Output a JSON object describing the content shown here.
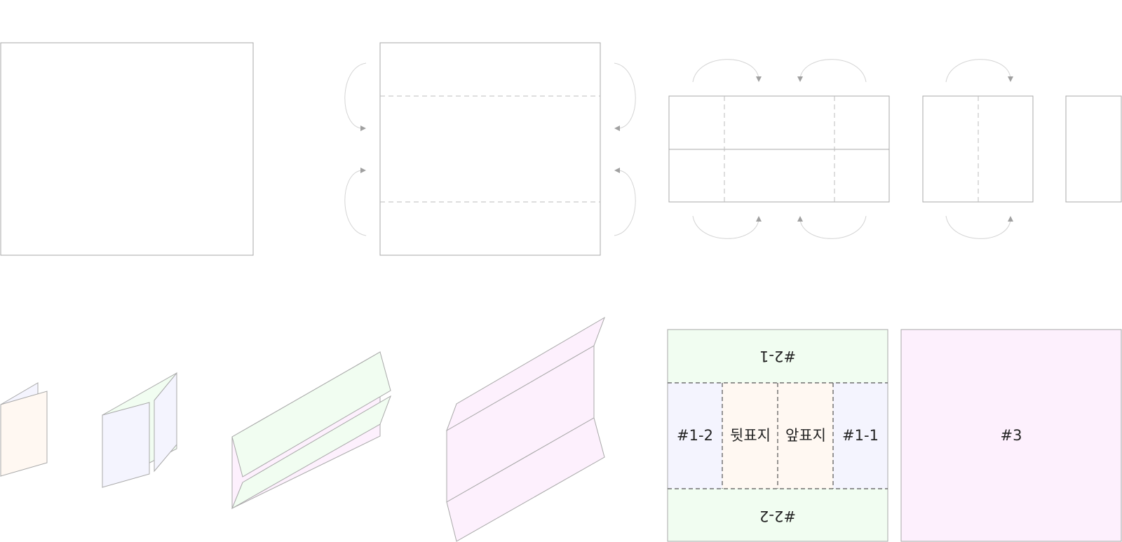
{
  "colors": {
    "outline": "#a8a8a8",
    "cover": "#fff8f2",
    "panel_1": "#f4f4fe",
    "panel_2": "#f1fdf1",
    "panel_3": "#fdf0fd",
    "inner_fold_line": "#555555"
  },
  "steps": {
    "count": 5,
    "fold_sequence": [
      "square-sheet",
      "fold-top-bottom-in",
      "fold-sides-in",
      "fold-half",
      "final-booklet"
    ]
  },
  "assembly": {
    "views": [
      "closed-booklet",
      "first-page-open",
      "second-spread-open",
      "full-sheet-open"
    ]
  },
  "layout_sheet": {
    "top_panel": "#2-1",
    "left_panel": "#1-2",
    "back_cover": "뒷표지",
    "front_cover": "앞표지",
    "right_panel": "#1-1",
    "bottom_panel": "#2-2",
    "reverse_side": "#3"
  }
}
